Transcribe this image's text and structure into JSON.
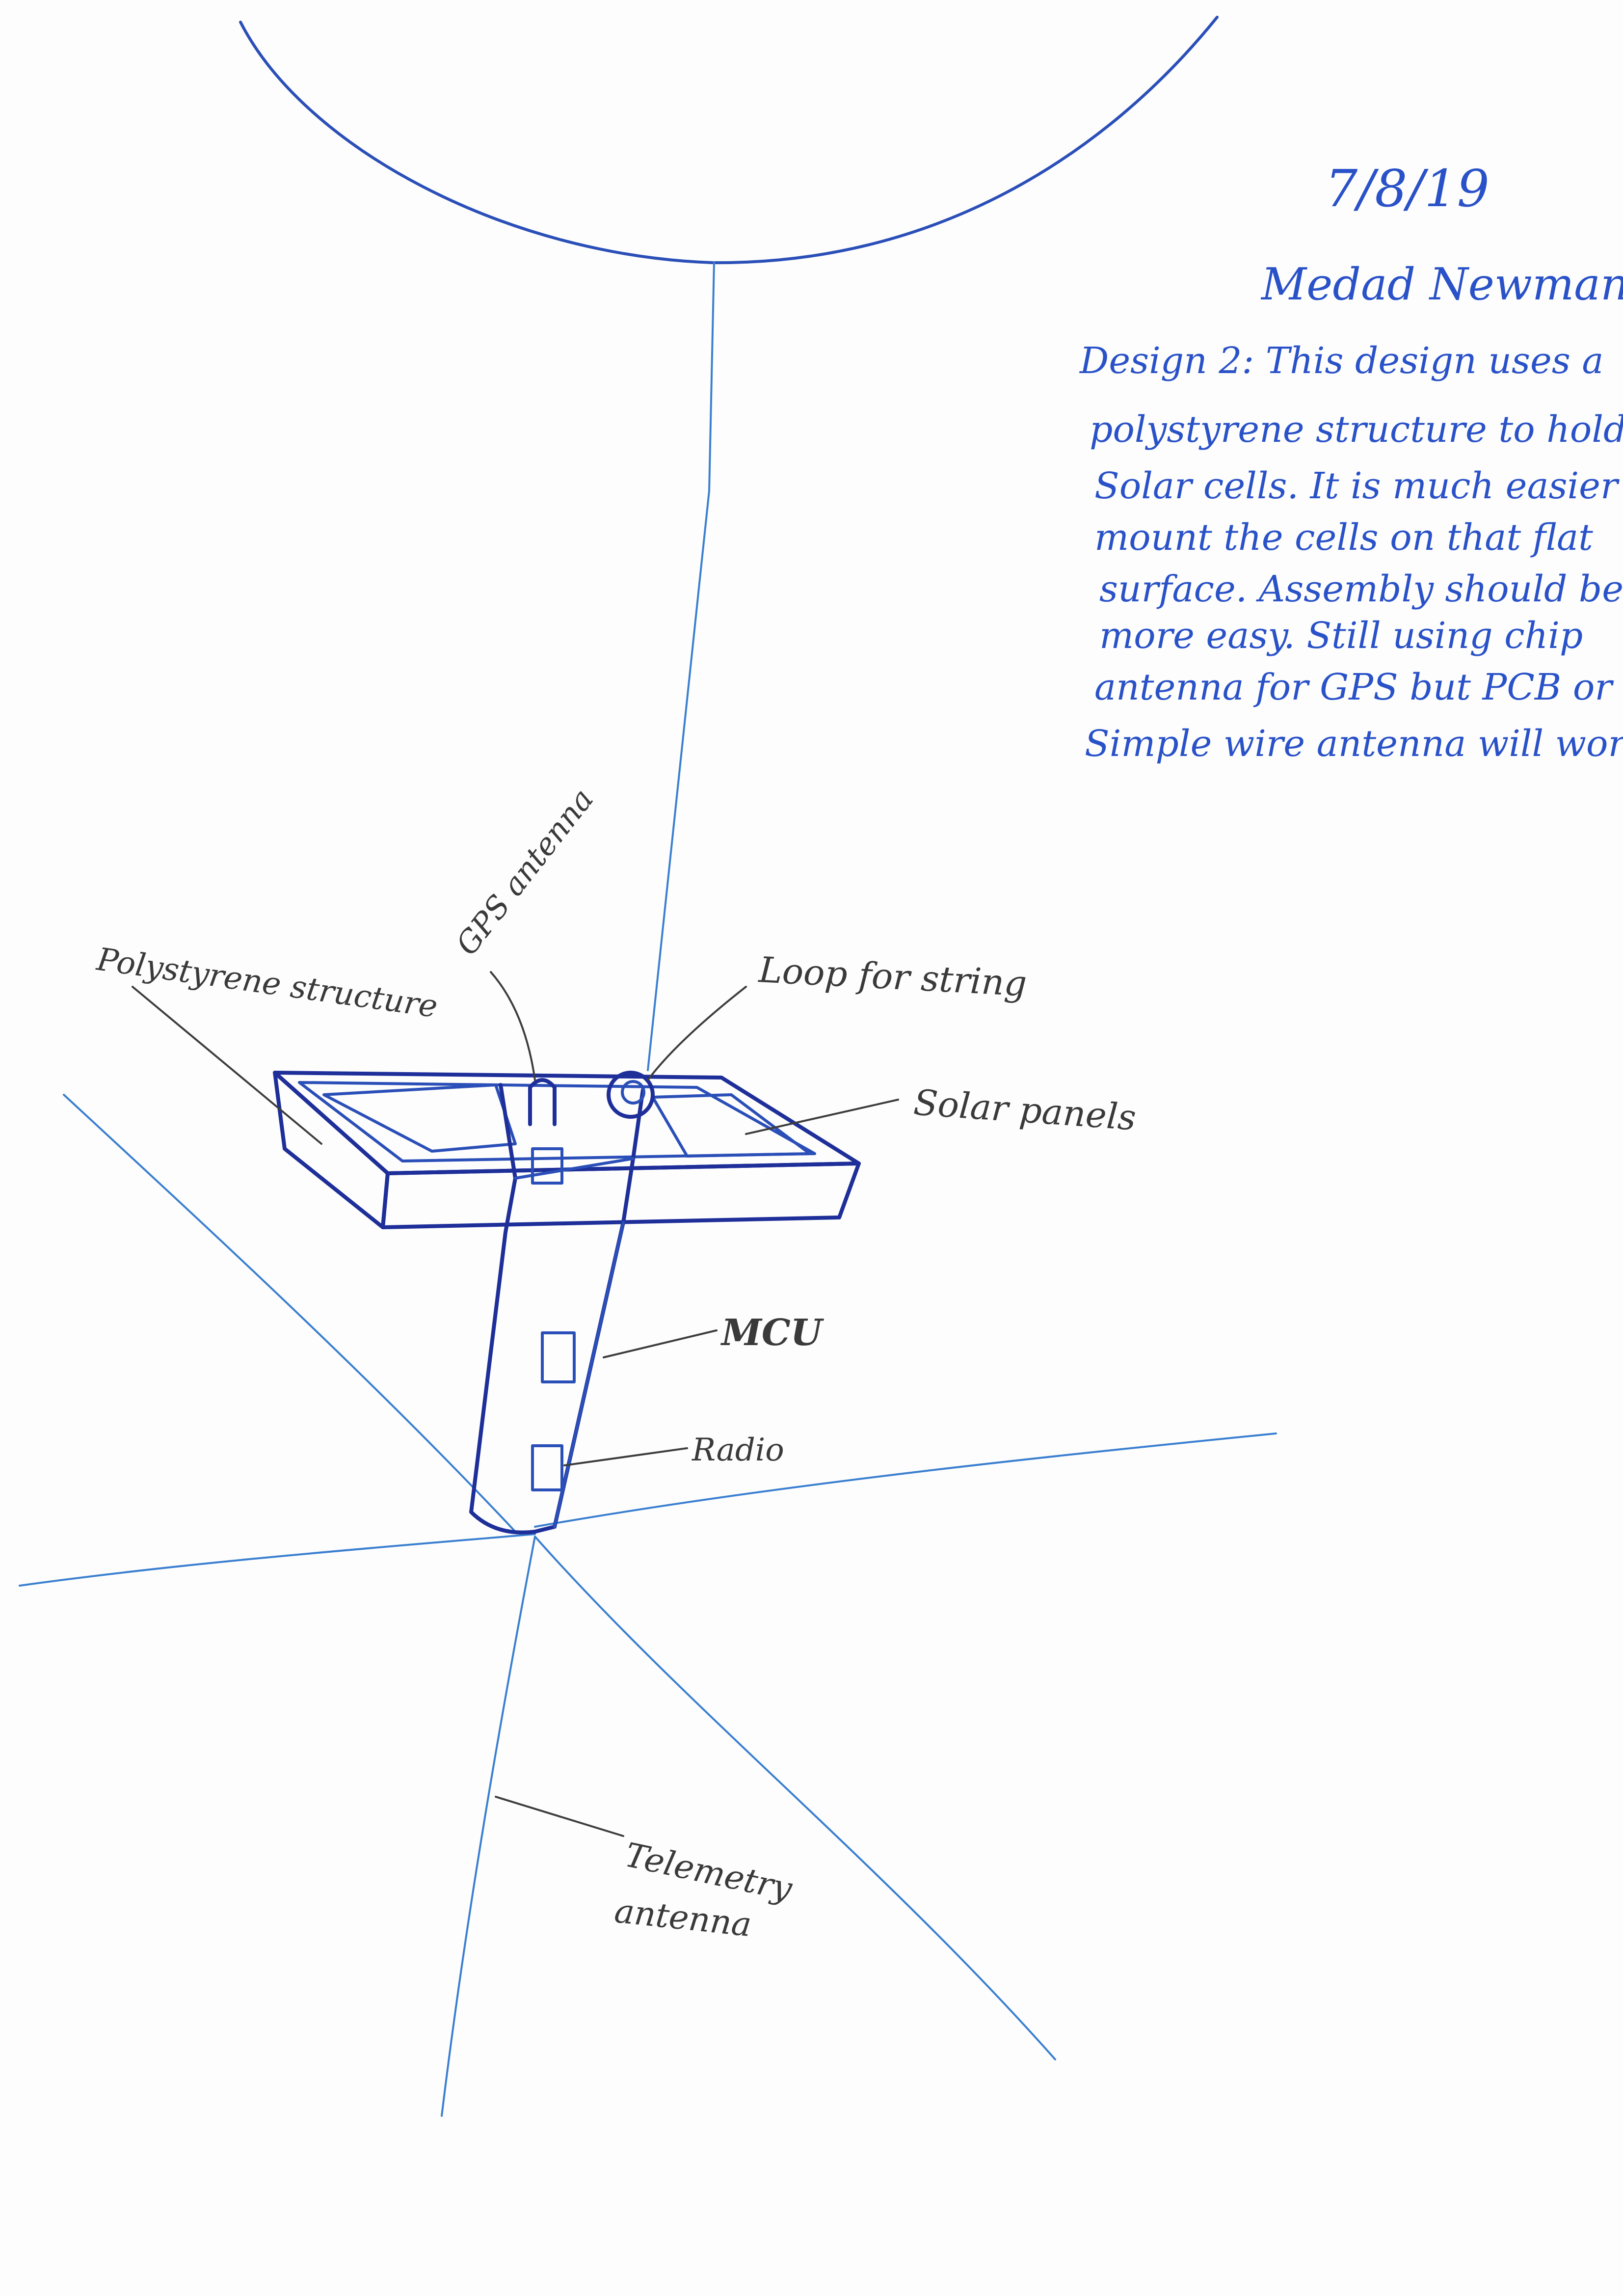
{
  "header": {
    "date": "7/8/19",
    "author": "Medad Newman"
  },
  "notes": [
    "Design 2: This design uses a",
    "polystyrene structure to hold the",
    "Solar cells. It is much easier to",
    "mount the cells on that flat",
    "surface. Assembly should be",
    "more easy. Still using chip",
    "antenna for GPS but PCB or",
    "Simple wire antenna will work."
  ],
  "labels": {
    "polystyrene": "Polystyrene structure",
    "gps": "GPS antenna",
    "loop": "Loop for string",
    "solar": "Solar panels",
    "mcu": "MCU",
    "radio": "Radio",
    "telemetry_line1": "Telemetry",
    "telemetry_line2": "antenna"
  },
  "colors": {
    "ink": "#1e2f9a",
    "note_ink": "#2a52c8",
    "label_ink": "#3a3a3a"
  }
}
